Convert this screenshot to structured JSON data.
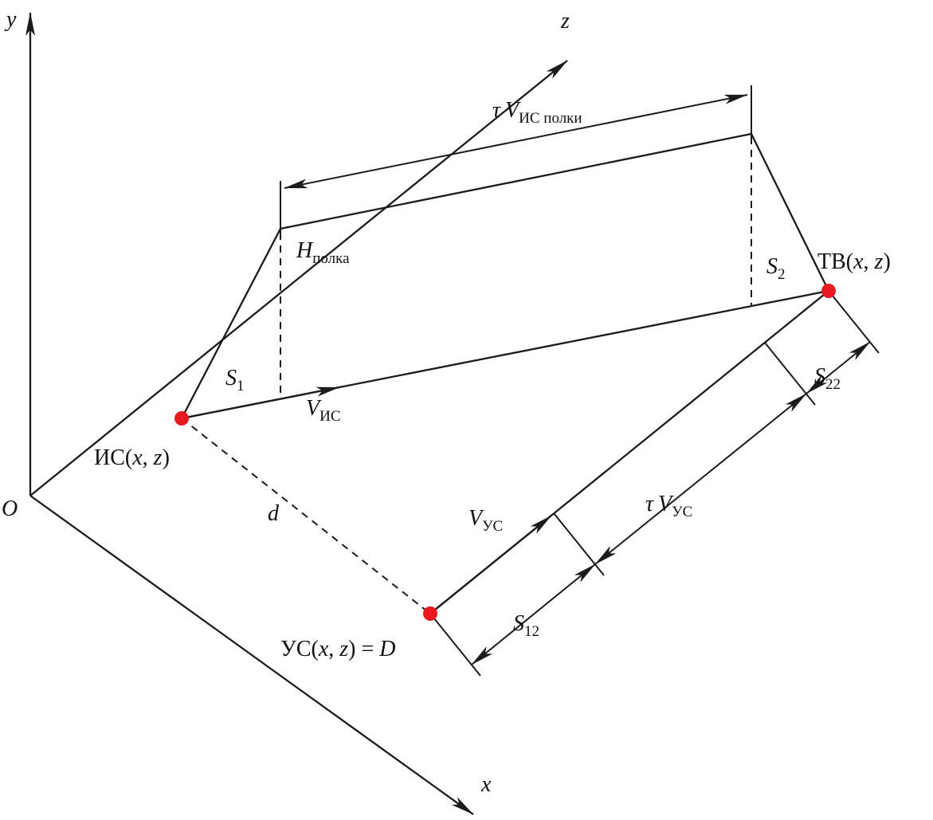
{
  "colors": {
    "stroke": "#1b1b1b",
    "point": "#e5191f",
    "background": "#ffffff"
  },
  "axes": {
    "y": "y",
    "z": "z",
    "x": "x",
    "origin": "O"
  },
  "points": {
    "is": {
      "name": "ИС",
      "open": "(",
      "x": "x",
      "sep": ", ",
      "z": "z",
      "close": ")"
    },
    "us": {
      "name": "УС",
      "open": "(",
      "x": "x",
      "sep": ", ",
      "z": "z",
      "close": ") = ",
      "value": "D"
    },
    "tv": {
      "name": "ТВ",
      "open": "(",
      "x": "x",
      "sep": ", ",
      "z": "z",
      "close": ")"
    }
  },
  "measures": {
    "shelf_time": {
      "tau": "τ",
      "v": "V",
      "sub": "ИС полки"
    },
    "shelf_height": {
      "main": "H",
      "sub": "полка"
    },
    "s1": {
      "main": "S",
      "sub": "1"
    },
    "s2": {
      "main": "S",
      "sub": "2"
    },
    "s12": {
      "main": "S",
      "sub": "12"
    },
    "s22": {
      "main": "S",
      "sub": "22"
    },
    "v_is": {
      "main": "V",
      "sub": "ИС"
    },
    "v_us": {
      "main": "V",
      "sub": "УС"
    },
    "tau_v_us": {
      "tau": "τ",
      "v": "V",
      "sub": "УС"
    },
    "d": "d"
  }
}
